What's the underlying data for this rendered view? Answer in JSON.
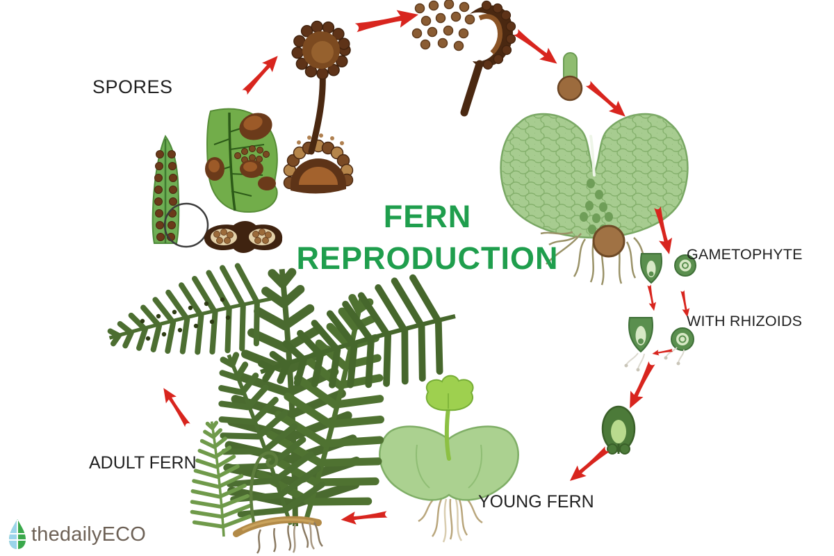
{
  "title": {
    "line1": "FERN",
    "line2": "REPRODUCTION",
    "color": "#1f9e4d"
  },
  "labels": {
    "spores": "SPORES",
    "gametophyte_line1": "GAMETOPHYTE",
    "gametophyte_line2": "WITH RHIZOIDS",
    "young_fern": "YOUNG FERN",
    "adult_fern": "ADULT FERN"
  },
  "logo": {
    "prefix": "thedaily",
    "suffix": "ECO",
    "leaf_icon": "leaf-icon",
    "leaf_green": "#3aa84b",
    "leaf_blue": "#9bd4ea",
    "text_color": "#6d6156"
  },
  "colors": {
    "arrow_red": "#d8251e",
    "label_black": "#1f1f1f",
    "frond_green": "#4a6a2f",
    "gametophyte_green": "#a7cc90",
    "sorus_brown": "#5d3317",
    "spore_brown": "#8a5c33"
  },
  "cycle": {
    "stages": [
      {
        "id": "sori-details",
        "desc": "Frond underside with sori, sorus close-up and sporangium cross-section (SPORES)"
      },
      {
        "id": "sporangium",
        "desc": "Sporangium capsule on stalk"
      },
      {
        "id": "spore-release",
        "desc": "Sporangium opening and scattering spores"
      },
      {
        "id": "germinating-spore",
        "desc": "Spore germinating into green shoot"
      },
      {
        "id": "gametophyte",
        "desc": "Heart-shaped gametophyte with rhizoids"
      },
      {
        "id": "archegonium",
        "desc": "Archegonium (female organ)"
      },
      {
        "id": "antheridium",
        "desc": "Antheridium (male organ)"
      },
      {
        "id": "fertilization",
        "desc": "Sperm swims to egg (fertilization)"
      },
      {
        "id": "embryo",
        "desc": "Embryo developing on gametophyte"
      },
      {
        "id": "young-fern",
        "desc": "Young fern sprouting from prothallus"
      },
      {
        "id": "adult-fern",
        "desc": "Adult fern with fronds, fiddlehead, rhizome and roots"
      }
    ],
    "arrows": [
      {
        "from": "sori-details",
        "to": "sporangium"
      },
      {
        "from": "sporangium",
        "to": "spore-release"
      },
      {
        "from": "spore-release",
        "to": "germinating-spore"
      },
      {
        "from": "germinating-spore",
        "to": "gametophyte"
      },
      {
        "from": "gametophyte",
        "to": "sex-organs"
      },
      {
        "from": "archegonium",
        "to": "mature-archegonium"
      },
      {
        "from": "antheridium",
        "to": "mature-antheridium"
      },
      {
        "from": "mature-antheridium",
        "to": "mature-archegonium"
      },
      {
        "from": "fertilized-egg",
        "to": "embryo"
      },
      {
        "from": "embryo",
        "to": "young-fern"
      },
      {
        "from": "young-fern",
        "to": "adult-fern"
      },
      {
        "from": "adult-fern",
        "to": "sori-details"
      }
    ]
  }
}
